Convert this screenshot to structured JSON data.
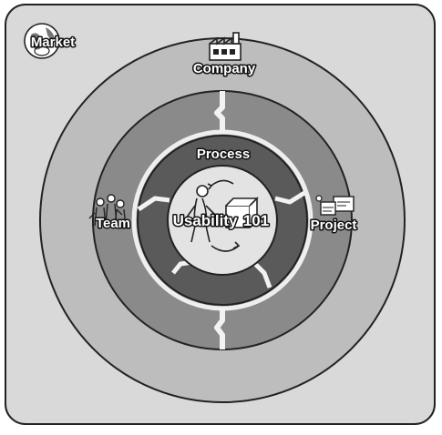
{
  "diagram": {
    "labels": {
      "market": "Market",
      "company": "Company",
      "process": "Process",
      "team": "Team",
      "project": "Project",
      "center_left": "Usability",
      "center_right": "101"
    },
    "colors": {
      "background": "#d9d9d9",
      "outer_ring": "#bdbdbd",
      "middle_ring": "#8a8a8a",
      "inner_ring": "#5a5a5a",
      "center": "#e3e3e3",
      "separator": "#f2f2f2",
      "outline": "#222222"
    },
    "icons": {
      "market": "globe-icon",
      "company": "factory-icon",
      "team": "people-icon",
      "project": "documents-icon",
      "center": "person-with-box-cycle-icon"
    }
  }
}
